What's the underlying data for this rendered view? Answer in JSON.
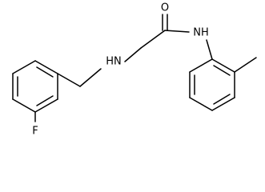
{
  "molecule": {
    "atoms": {
      "fluorine": "F",
      "amine": "HN",
      "amide_nitrogen": "NH",
      "oxygen": "O"
    }
  }
}
